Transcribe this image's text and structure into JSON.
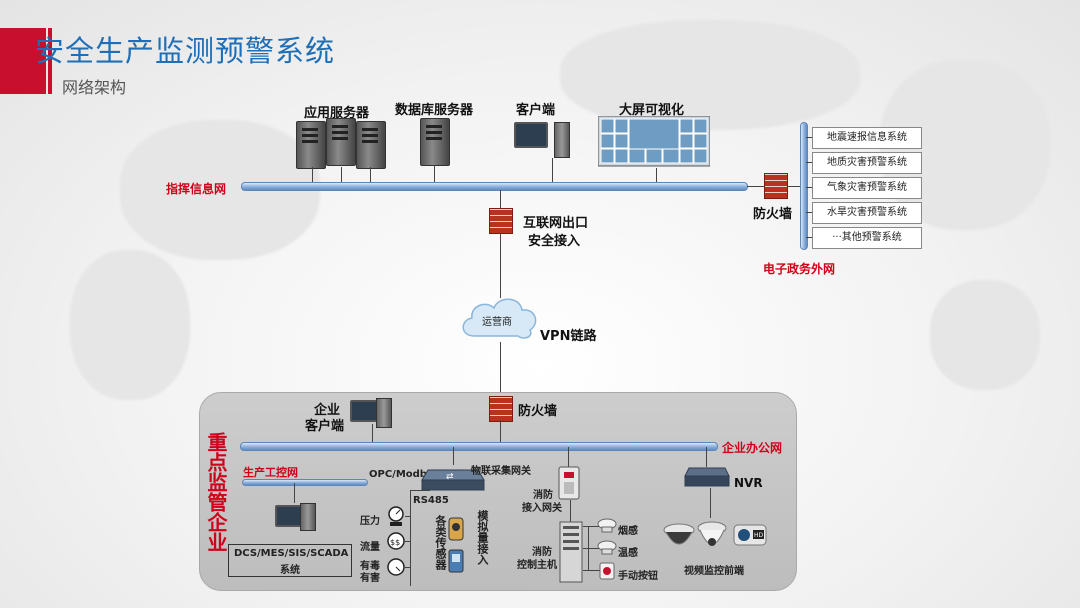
{
  "header": {
    "title": "安全生产监测预警系统",
    "subtitle": "网络架构"
  },
  "colors": {
    "accent_red": "#c8102e",
    "title_blue": "#1f6fb8",
    "network_blue": "#6f9bd1",
    "label_red": "#d0021b"
  },
  "top": {
    "app_server": "应用服务器",
    "db_server": "数据库服务器",
    "client": "客户端",
    "big_screen": "大屏可视化",
    "command_net": "指挥信息网",
    "firewall_right": "防火墙",
    "internet_exit_line1": "互联网出口",
    "internet_exit_line2": "安全接入",
    "gov_net": "电子政务外网",
    "systems": [
      "地震速报信息系统",
      "地质灾害预警系统",
      "气象灾害预警系统",
      "水旱灾害预警系统",
      "···其他预警系统"
    ]
  },
  "middle": {
    "cloud": "运营商",
    "vpn": "VPN链路"
  },
  "enterprise": {
    "firewall": "防火墙",
    "client_line1": "企业",
    "client_line2": "客户端",
    "office_net": "企业办公网",
    "supervision": "重点监管企业",
    "control_net": "生产工控网",
    "opc": "OPC/Modbus",
    "iot_gateway": "物联采集网关",
    "rs485": "RS485",
    "dcs": "DCS/MES/SIS/SCADA",
    "dcs_system": "系统",
    "pressure": "压力",
    "flow": "流量",
    "toxic_line1": "有毒",
    "toxic_line2": "有害",
    "sensors": "各类传感器",
    "analog": "模拟量接入",
    "fire_gateway_line1": "消防",
    "fire_gateway_line2": "接入网关",
    "fire_host_line1": "消防",
    "fire_host_line2": "控制主机",
    "smoke": "烟感",
    "temp": "温感",
    "manual_button": "手动按钮",
    "nvr": "NVR",
    "video_front": "视频监控前端"
  }
}
